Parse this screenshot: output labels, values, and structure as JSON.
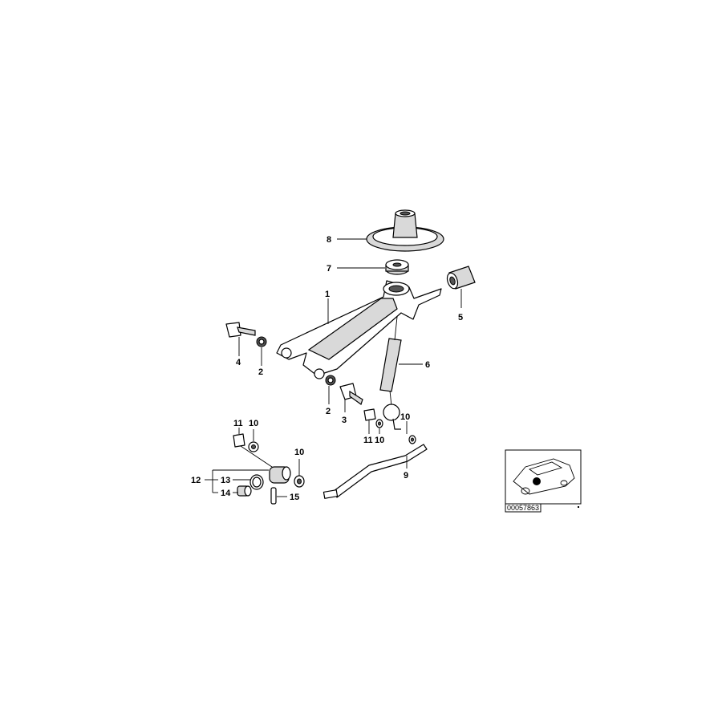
{
  "callouts": [
    "1",
    "2",
    "3",
    "4",
    "5",
    "6",
    "7",
    "8",
    "9",
    "10",
    "11",
    "12",
    "13",
    "14",
    "15"
  ],
  "labels": {
    "p1": "1",
    "p2a": "2",
    "p2b": "2",
    "p3": "3",
    "p4": "4",
    "p5": "5",
    "p6": "6",
    "p7": "7",
    "p8": "8",
    "p9": "9",
    "p10a": "10",
    "p10b": "10",
    "p10c": "10",
    "p10d": "10",
    "p11a": "11",
    "p11b": "11",
    "p12": "12",
    "p13": "13",
    "p14": "14",
    "p15": "15"
  },
  "inset": {
    "reference": "00057863"
  }
}
